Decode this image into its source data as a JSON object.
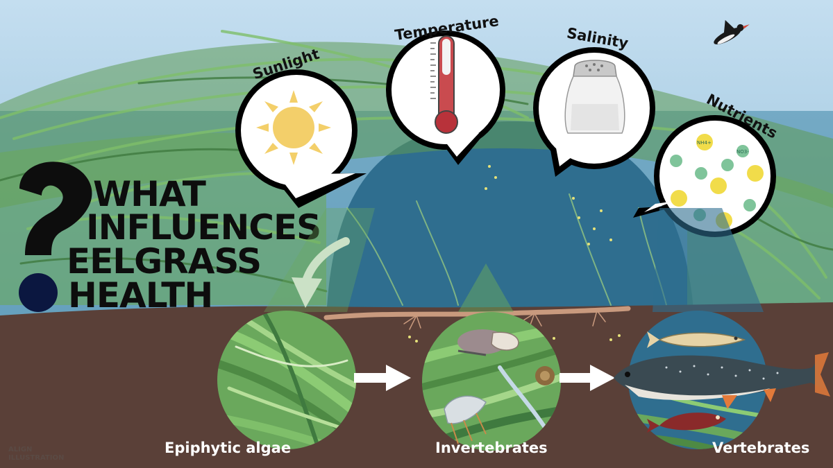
{
  "title": {
    "lines": [
      "WHAT",
      "INFLUENCES",
      "EELGRASS",
      "HEALTH"
    ]
  },
  "factors": [
    {
      "label": "Sunlight",
      "icon": "sun-icon"
    },
    {
      "label": "Temperature",
      "icon": "thermometer-icon"
    },
    {
      "label": "Salinity",
      "icon": "salt-shaker-icon"
    },
    {
      "label": "Nutrients",
      "icon": "nutrient-molecules-icon"
    }
  ],
  "nutrients": {
    "ammonium": "NH4+",
    "nitrate": "NO3-"
  },
  "stages": [
    {
      "label": "Epiphytic algae"
    },
    {
      "label": "Invertebrates"
    },
    {
      "label": "Vertebrates"
    }
  ],
  "credit": {
    "line1": "ALIGN",
    "line2": "ILLUSTRATION"
  },
  "colors": {
    "sky": "#b9d7e8",
    "water": "#2f6e8f",
    "eelgrass": "#5e9a55",
    "sediment": "#5a4038",
    "sun": "#f3cf6a",
    "thermometer_red": "#b8323a",
    "ammonium": "#f1dc4a",
    "nitrate": "#7fc49a"
  }
}
